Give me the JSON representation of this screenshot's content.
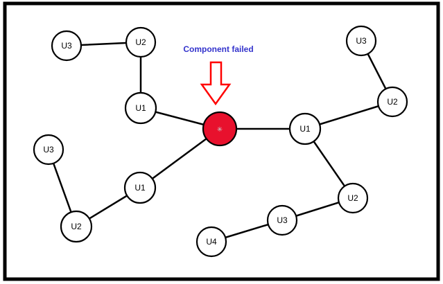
{
  "frame": {
    "border_color": "#000000",
    "background": "#ffffff"
  },
  "diagram": {
    "annotation": {
      "text": "Component failed",
      "color": "#3333cc"
    },
    "arrow": {
      "stroke": "#ff0000",
      "fill": "#ffffff"
    },
    "failed_node": {
      "label": "✳",
      "fill": "#e8112d",
      "label_color": "#cccccc"
    },
    "nodes": [
      {
        "label": "U3"
      },
      {
        "label": "U2"
      },
      {
        "label": "U1"
      },
      {
        "label": "U1"
      },
      {
        "label": "U2"
      },
      {
        "label": "U3"
      },
      {
        "label": "U2"
      },
      {
        "label": "U3"
      },
      {
        "label": "U4"
      },
      {
        "label": "U1"
      },
      {
        "label": "U2"
      },
      {
        "label": "U3"
      }
    ]
  }
}
